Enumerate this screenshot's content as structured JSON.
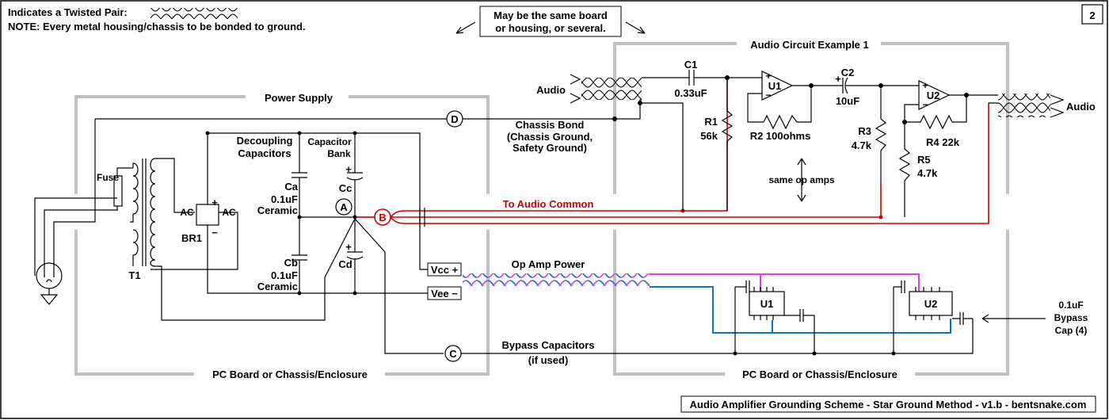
{
  "header": {
    "twisted_pair_note": "Indicates a Twisted Pair:",
    "bond_note": "NOTE: Every metal housing/chassis to be bonded to ground.",
    "board_note_line1": "May be the same board",
    "board_note_line2": "or housing, or several.",
    "page_number": "2"
  },
  "sections": {
    "power_supply": "Power Supply",
    "audio_circuit": "Audio Circuit Example 1",
    "enclosure_left": "PC Board or Chassis/Enclosure",
    "enclosure_right": "PC Board or Chassis/Enclosure"
  },
  "nodes": {
    "a": "A",
    "b": "B",
    "c": "C",
    "d": "D"
  },
  "labels": {
    "fuse": "Fuse",
    "t1": "T1",
    "br1": "BR1",
    "ac_left": "AC",
    "ac_right": "AC",
    "plus": "+",
    "minus": "−",
    "decoupling_line1": "Decoupling",
    "decoupling_line2": "Capacitors",
    "cap_bank_line1": "Capacitor",
    "cap_bank_line2": "Bank",
    "ca": "Ca",
    "ca_value": "0.1uF",
    "ca_type": "Ceramic",
    "cb": "Cb",
    "cb_value": "0.1uF",
    "cb_type": "Ceramic",
    "cc": "Cc",
    "cd": "Cd",
    "chassis_bond_line1": "Chassis Bond",
    "chassis_bond_line2": "(Chassis Ground,",
    "chassis_bond_line3": "Safety Ground)",
    "to_audio_common": "To Audio Common",
    "vcc": "Vcc",
    "vee": "Vee",
    "op_amp_power": "Op Amp Power",
    "bypass_line1": "Bypass Capacitors",
    "bypass_line2": "(if used)",
    "audio_in": "Audio",
    "audio_out": "Audio",
    "c1": "C1",
    "c1_value": "0.33uF",
    "c2": "C2",
    "c2_value": "10uF",
    "u1": "U1",
    "u2": "U2",
    "r1": "R1",
    "r1_value": "56k",
    "r2": "R2 100ohms",
    "r3": "R3",
    "r3_value": "4.7k",
    "r4": "R4   22k",
    "r5": "R5",
    "r5_value": "4.7k",
    "same_op_amps": "same op amps",
    "bypass_cap_line1": "0.1uF",
    "bypass_cap_line2": "Bypass",
    "bypass_cap_line3": "Cap (4)",
    "chip_u1": "U1",
    "chip_u2": "U2"
  },
  "footer": {
    "caption": "Audio Amplifier Grounding Scheme - Star Ground Method - v1.b - bentsnake.com"
  },
  "colors": {
    "ground_wire": "#cc0000",
    "vcc_wire": "#e040e0",
    "vee_wire": "#1070d0",
    "enclosure": "#c0c0c0"
  }
}
